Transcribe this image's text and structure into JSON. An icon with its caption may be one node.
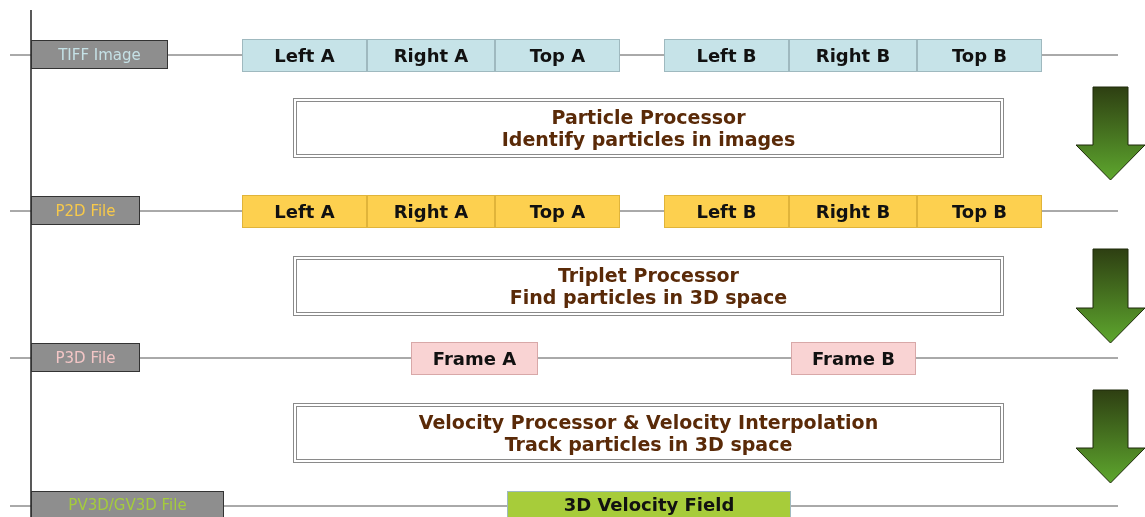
{
  "diagram": {
    "nodes": [
      {
        "text": [
          "TIFF Image"
        ]
      },
      {
        "text": [
          "Left A"
        ]
      },
      {
        "text": [
          "Right A"
        ]
      },
      {
        "text": [
          "Top A"
        ]
      },
      {
        "text": [
          "Left B"
        ]
      },
      {
        "text": [
          "Right B"
        ]
      },
      {
        "text": [
          "Top B"
        ]
      },
      {
        "text": [
          "Particle Processor",
          "Identify particles in images"
        ]
      },
      {
        "text": [
          "P2D File"
        ]
      },
      {
        "text": [
          "Left A"
        ]
      },
      {
        "text": [
          "Right A"
        ]
      },
      {
        "text": [
          "Top A"
        ]
      },
      {
        "text": [
          "Left B"
        ]
      },
      {
        "text": [
          "Right B"
        ]
      },
      {
        "text": [
          "Top B"
        ]
      },
      {
        "text": [
          "Triplet Processor",
          "Find particles in 3D space"
        ]
      },
      {
        "text": [
          "P3D File"
        ]
      },
      {
        "text": [
          "Frame A"
        ]
      },
      {
        "text": [
          "Frame B"
        ]
      },
      {
        "text": [
          "Velocity Processor & Velocity Interpolation",
          "Track particles in 3D space"
        ]
      },
      {
        "text": [
          "PV3D/GV3D File"
        ]
      },
      {
        "text": [
          "3D Velocity Field"
        ]
      }
    ]
  }
}
